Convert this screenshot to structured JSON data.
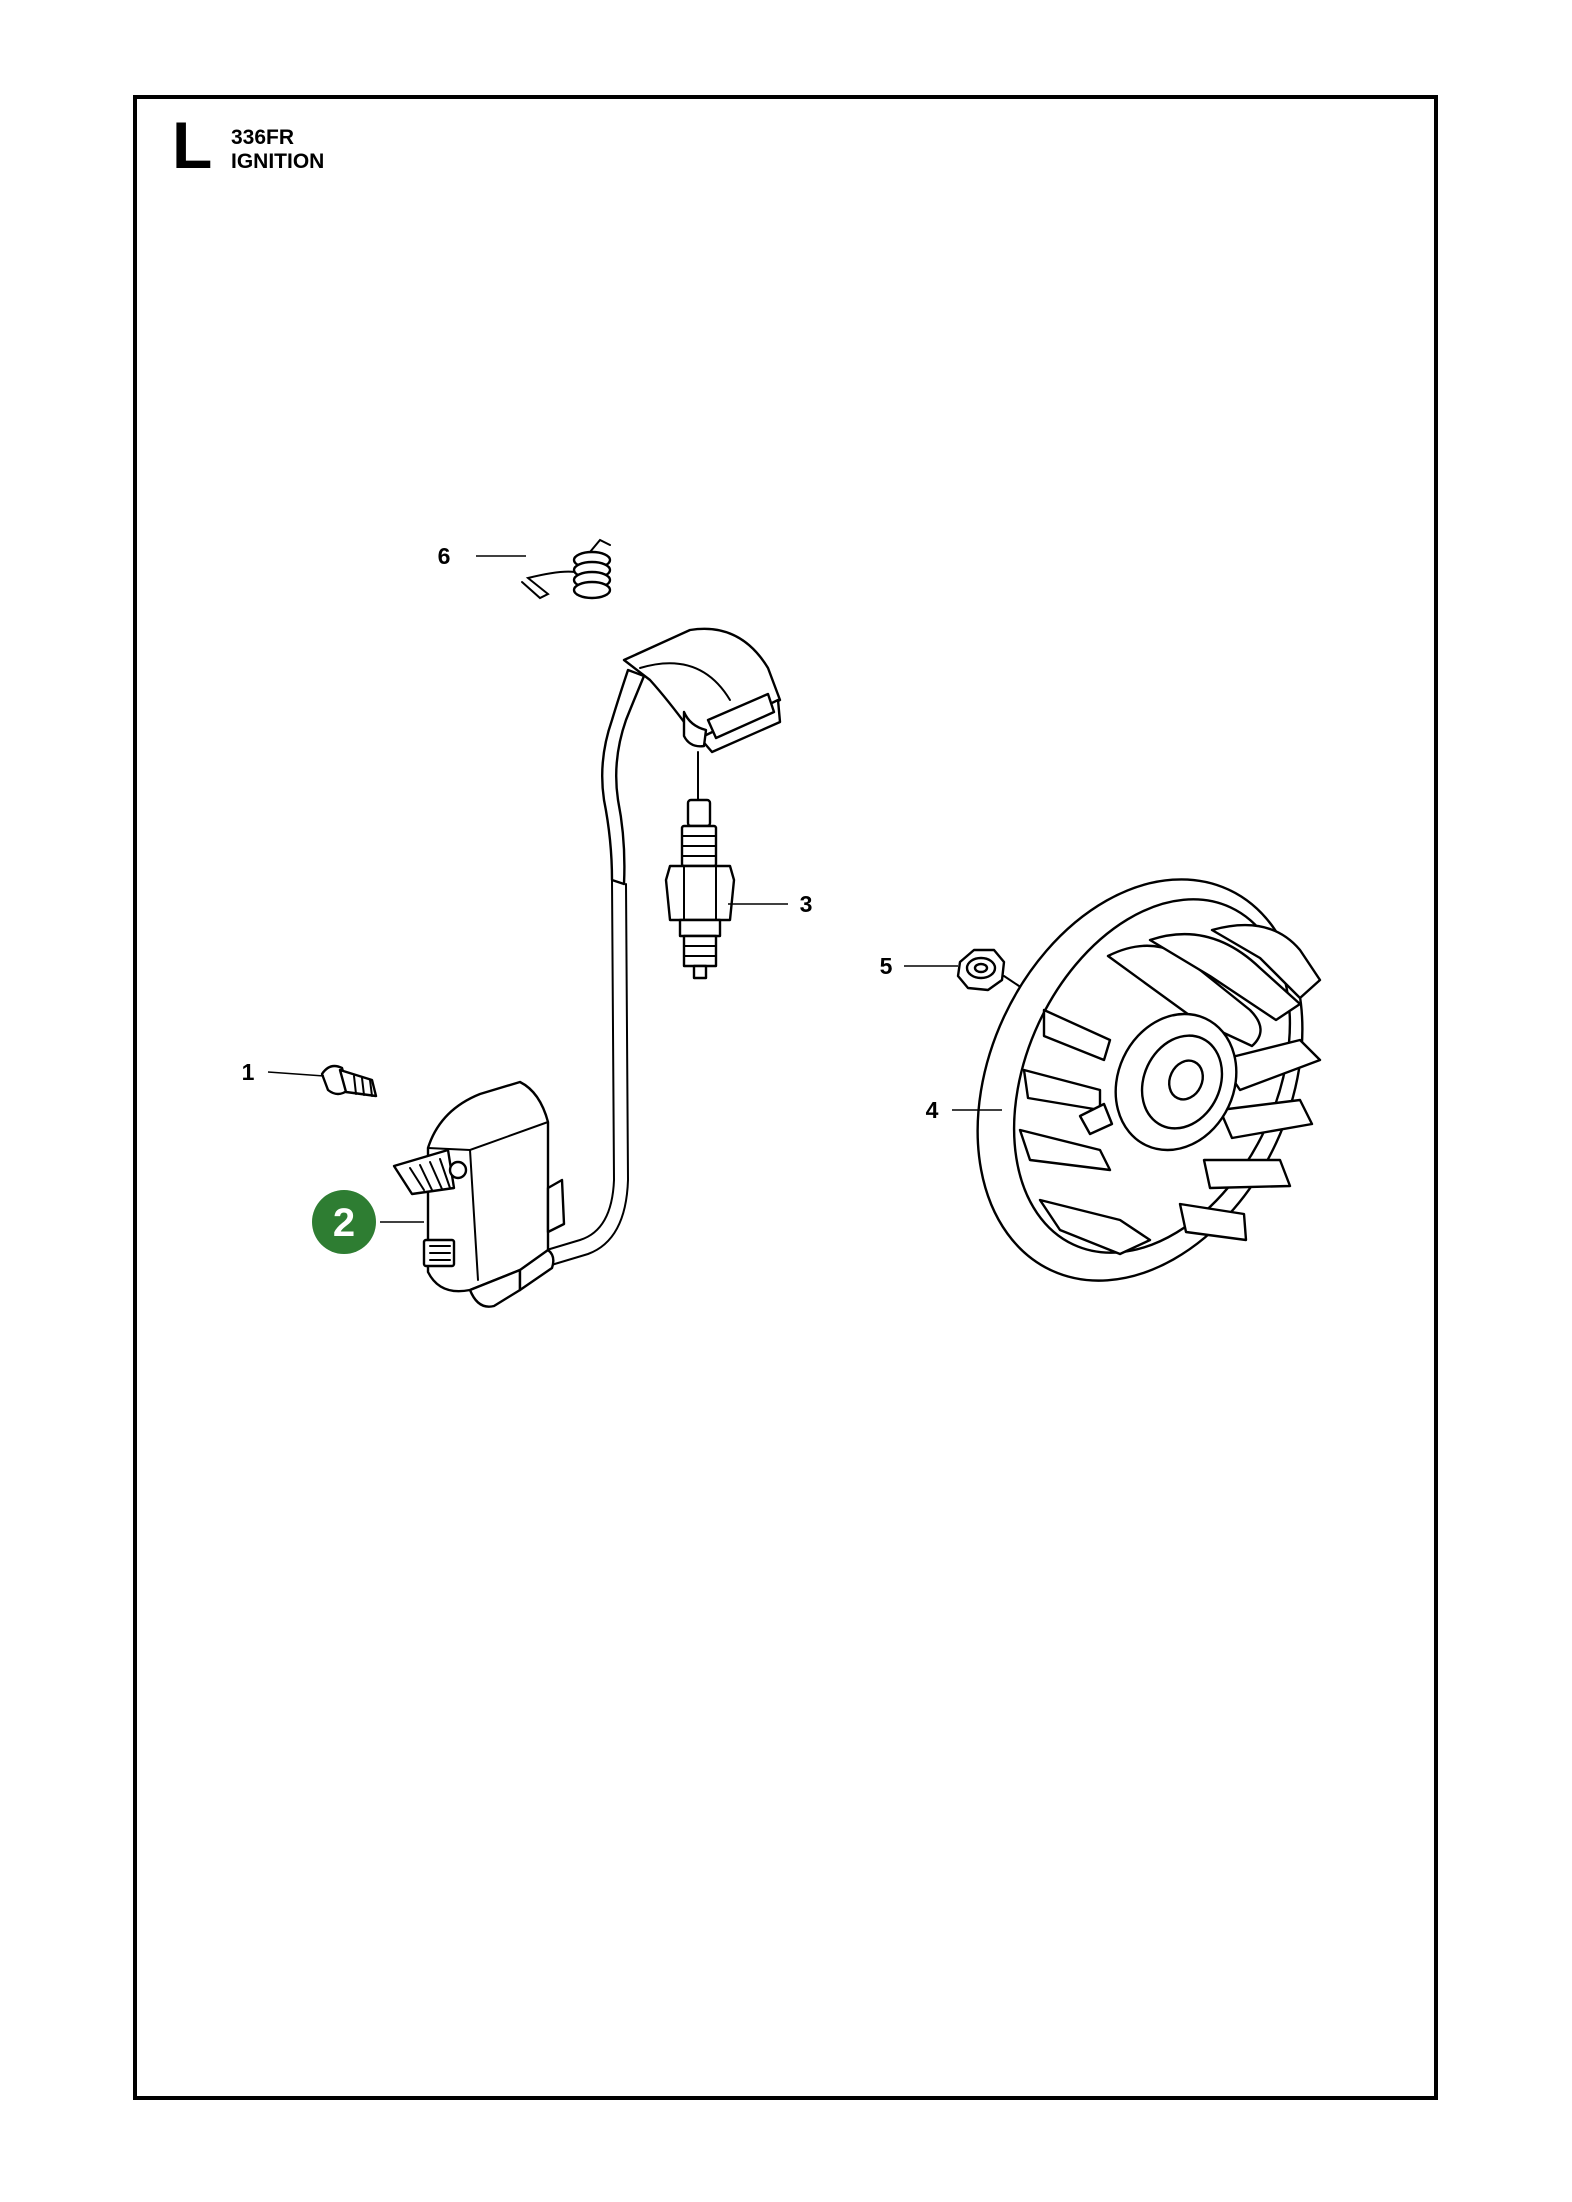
{
  "header": {
    "section_letter": "L",
    "model": "336FR",
    "title": "IGNITION"
  },
  "highlight_color": "#2e7d32",
  "callouts": [
    {
      "id": "1",
      "label": "1",
      "highlighted": false
    },
    {
      "id": "2",
      "label": "2",
      "highlighted": true
    },
    {
      "id": "3",
      "label": "3",
      "highlighted": false
    },
    {
      "id": "4",
      "label": "4",
      "highlighted": false
    },
    {
      "id": "5",
      "label": "5",
      "highlighted": false
    },
    {
      "id": "6",
      "label": "6",
      "highlighted": false
    }
  ]
}
